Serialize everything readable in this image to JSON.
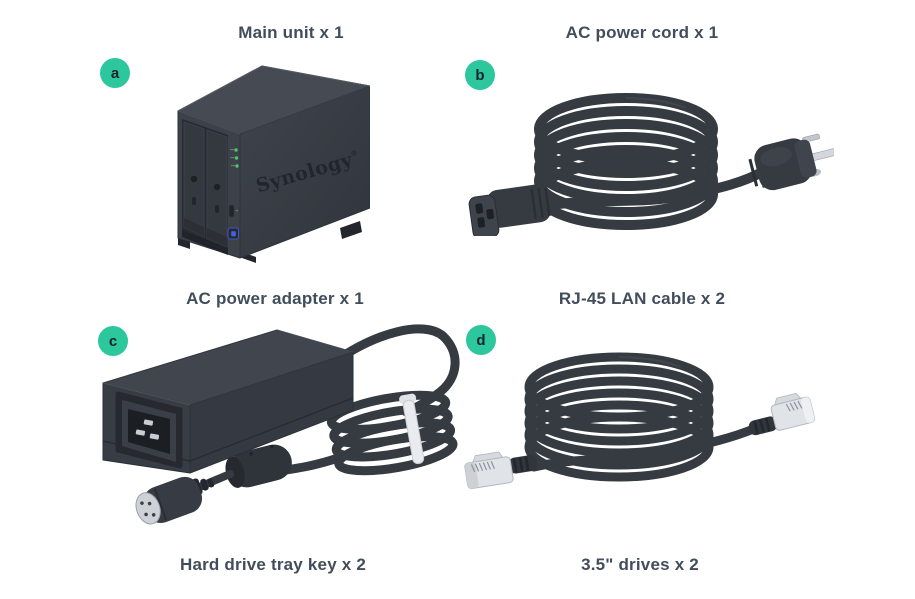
{
  "page": {
    "background": "#ffffff"
  },
  "colors": {
    "badge_background": "#2cc79d",
    "badge_letter": "#16222e",
    "label_text": "#424d5c",
    "device_body": "#363b42",
    "led_green": "#45c868",
    "power_button_blue": "#3f63e8",
    "plug_metal": "#ccd1d7",
    "cable_tie_white": "#e9ebee"
  },
  "items": [
    {
      "badge": "a",
      "label": "Main unit x 1",
      "illustration": "synology-nas-main-unit"
    },
    {
      "badge": "b",
      "label": "AC power cord x 1",
      "illustration": "ac-power-cord"
    },
    {
      "badge": "c",
      "label": "AC power adapter x 1",
      "illustration": "ac-power-adapter"
    },
    {
      "badge": "d",
      "label": "RJ-45 LAN cable x 2",
      "illustration": "rj45-lan-cable"
    }
  ],
  "partial_labels": [
    {
      "label": "Hard drive tray key x 2"
    },
    {
      "label": "3.5\" drives x 2"
    }
  ],
  "nas": {
    "logo": "Synology",
    "registered_mark": "®"
  }
}
